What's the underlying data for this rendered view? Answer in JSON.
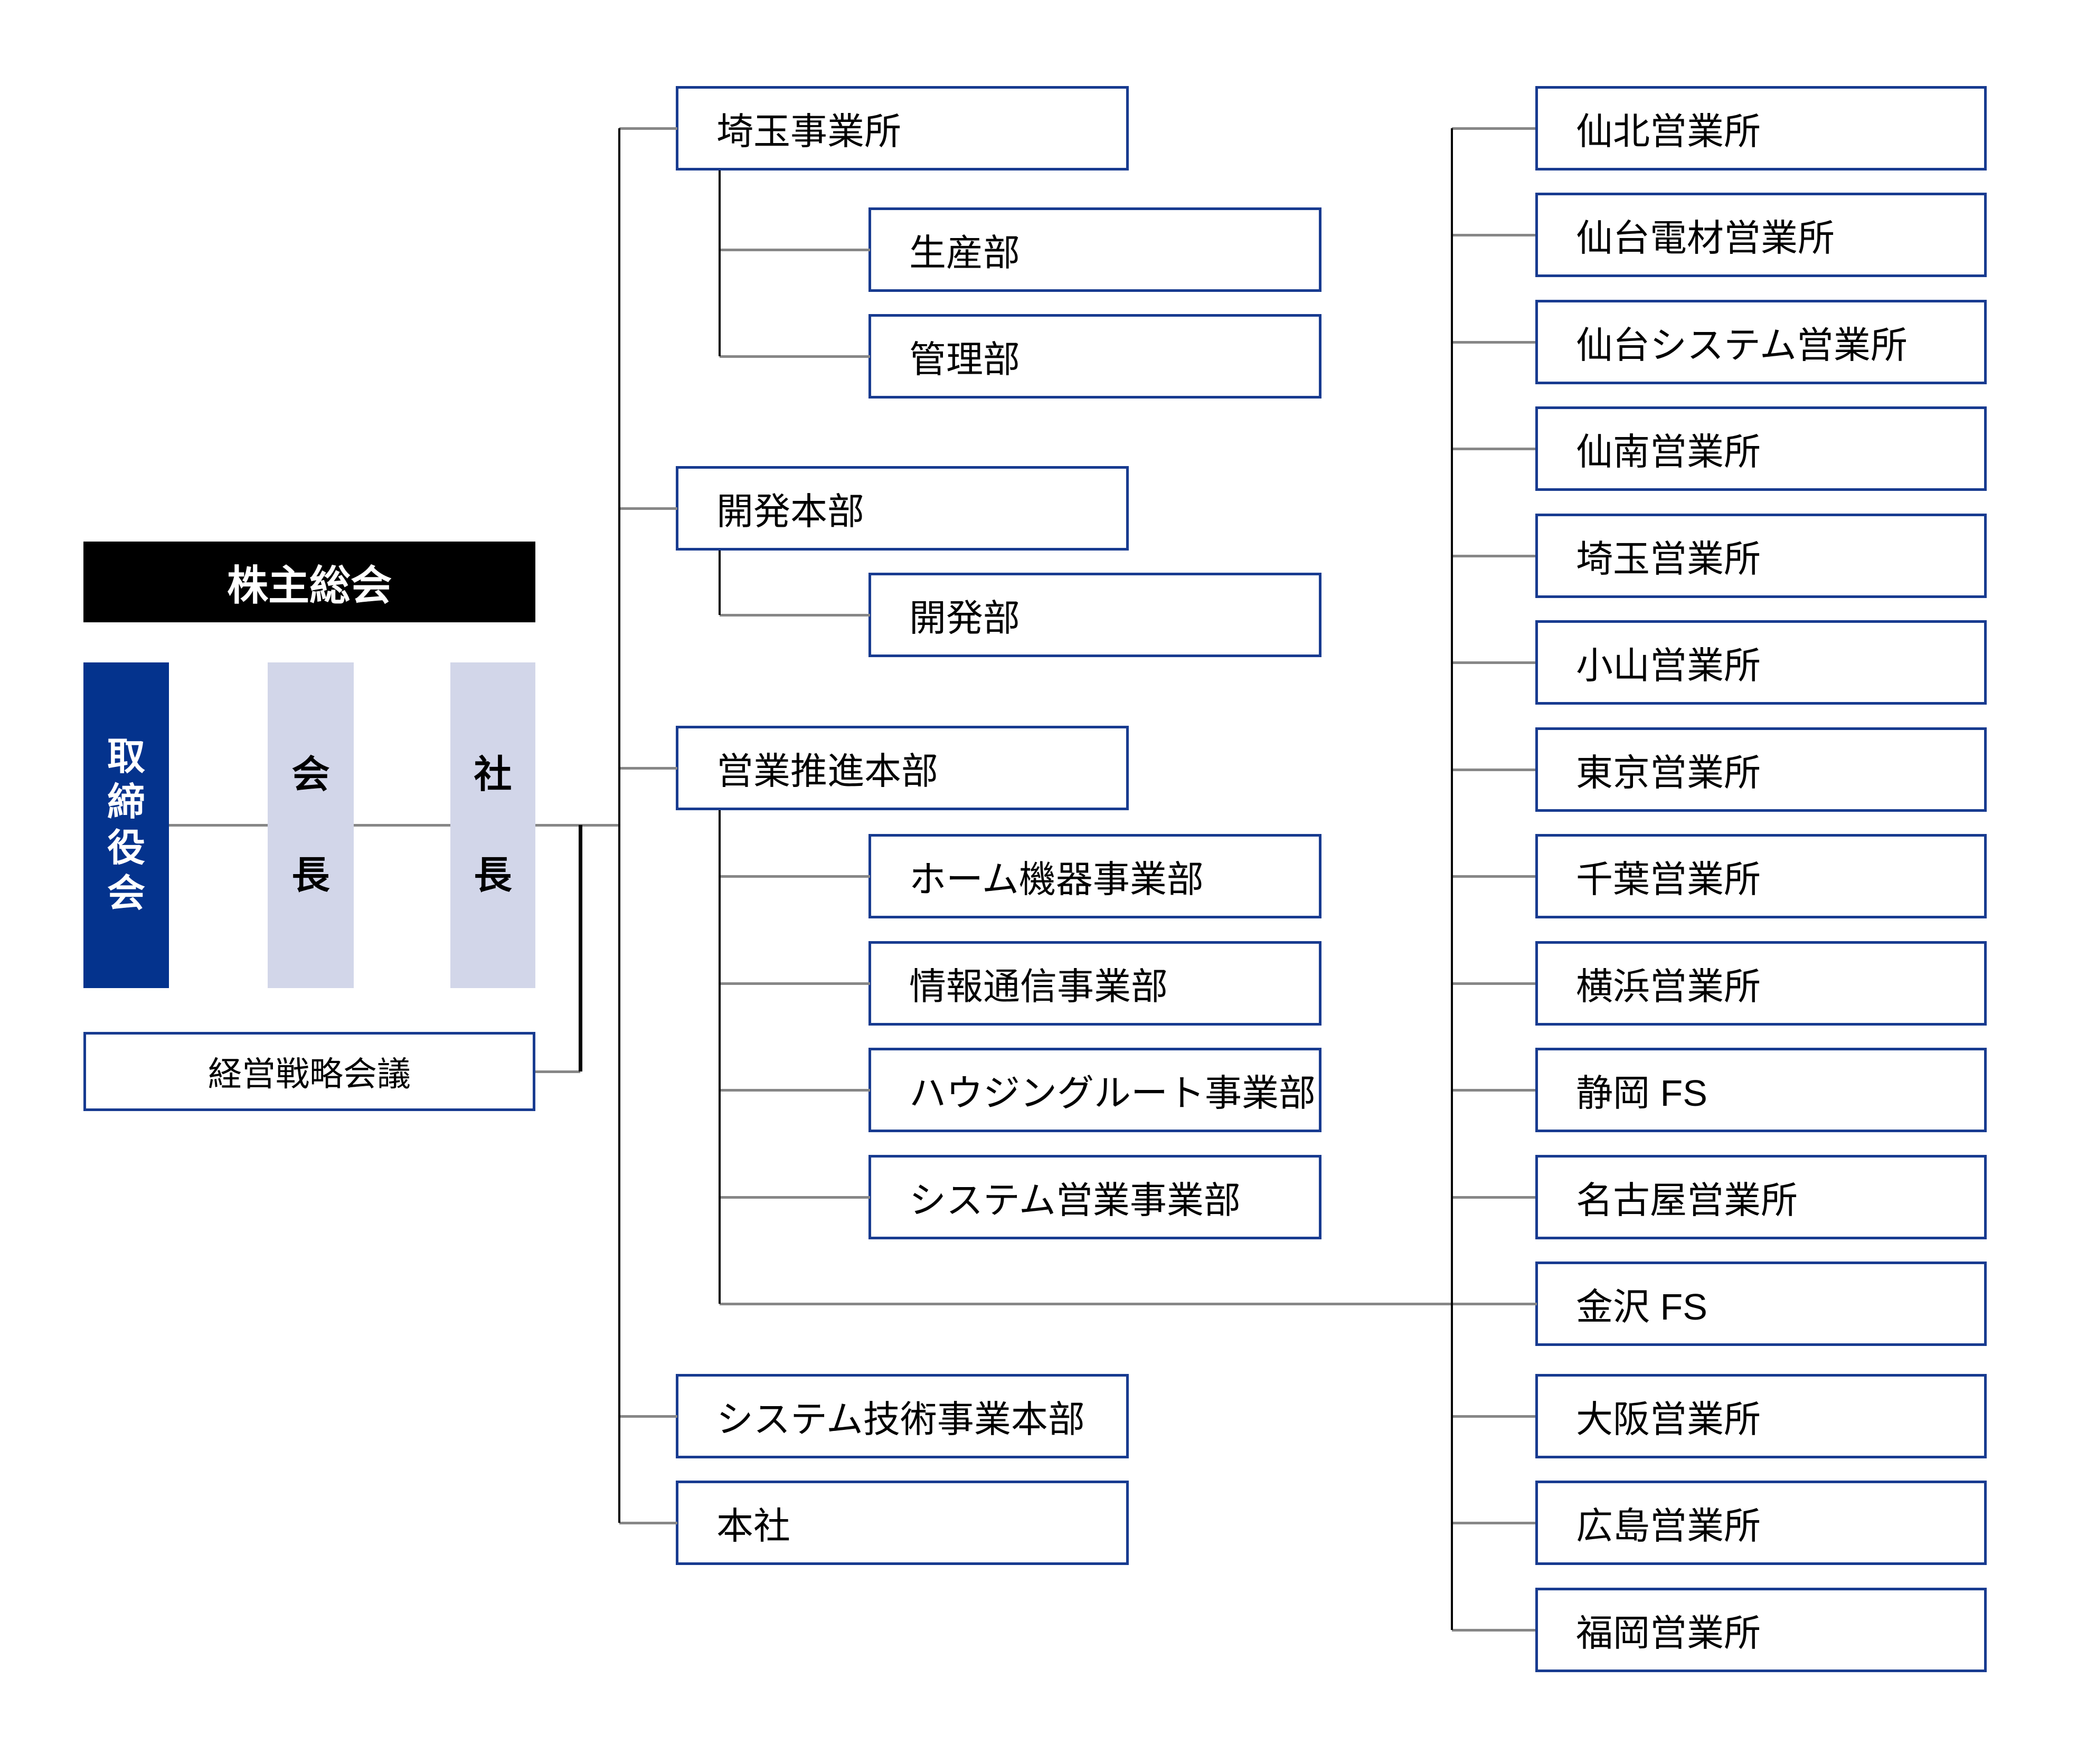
{
  "palette": {
    "box_border_blue": "#183b90",
    "board_fill_navy": "#04338d",
    "executive_fill_lavender": "#d2d6e9",
    "title_fill_black": "#000000",
    "connector_gray": "#878787",
    "trunk_black": "#000000"
  },
  "governance": {
    "shareholders": "株主総会",
    "board": "取締役会",
    "chairman": "会長",
    "president": "社長",
    "strategy_council": "経営戦略会議"
  },
  "left_tree": [
    {
      "label": "埼玉事業所",
      "children": [
        "生産部",
        "管理部"
      ]
    },
    {
      "label": "開発本部",
      "children": [
        "開発部"
      ]
    },
    {
      "label": "営業推進本部",
      "children": [
        "ホーム機器事業部",
        "情報通信事業部",
        "ハウジングルート事業部",
        "システム営業事業部"
      ]
    },
    {
      "label": "システム技術事業本部",
      "children": []
    },
    {
      "label": "本社",
      "children": []
    }
  ],
  "sales_offices": [
    "仙北営業所",
    "仙台電材営業所",
    "仙台システム営業所",
    "仙南営業所",
    "埼玉営業所",
    "小山営業所",
    "東京営業所",
    "千葉営業所",
    "横浜営業所",
    "静岡 FS",
    "名古屋営業所",
    "金沢 FS",
    "大阪営業所",
    "広島営業所",
    "福岡営業所"
  ]
}
